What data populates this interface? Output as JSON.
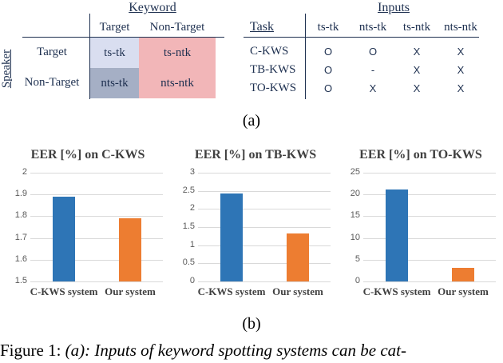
{
  "panel_a": {
    "label": "(a)",
    "keyword_speaker_matrix": {
      "column_group_label": "Keyword",
      "row_group_label": "Speaker",
      "column_headers": [
        "Target",
        "Non-Target"
      ],
      "row_headers": [
        "Target",
        "Non-Target"
      ],
      "cells": [
        [
          "ts-tk",
          "ts-ntk"
        ],
        [
          "nts-tk",
          "nts-ntk"
        ]
      ],
      "cell_colors": [
        [
          "#D9DEF0",
          "#F2B6B8"
        ],
        [
          "#A5AFC5",
          "#F2B6B8"
        ]
      ],
      "text_color": "#1E3050"
    },
    "inputs_table": {
      "group_label": "Inputs",
      "task_header": "Task",
      "column_headers": [
        "ts-tk",
        "nts-tk",
        "ts-ntk",
        "nts-ntk"
      ],
      "rows": [
        {
          "task": "C-KWS",
          "marks": [
            "O",
            "O",
            "X",
            "X"
          ]
        },
        {
          "task": "TB-KWS",
          "marks": [
            "O",
            "-",
            "X",
            "X"
          ]
        },
        {
          "task": "TO-KWS",
          "marks": [
            "O",
            "X",
            "X",
            "X"
          ]
        }
      ]
    }
  },
  "panel_b": {
    "label": "(b)"
  },
  "chart_data": [
    {
      "type": "bar",
      "title": "EER [%] on C-KWS",
      "categories": [
        "C-KWS system",
        "Our system"
      ],
      "values": [
        1.89,
        1.79
      ],
      "ylim": [
        1.5,
        2
      ],
      "yticks": [
        "2",
        "1.9",
        "1.8",
        "1.7",
        "1.6",
        "1.5"
      ],
      "bar_colors": [
        "#2E75B6",
        "#ED7D31"
      ],
      "grid": true,
      "legend": false,
      "xlabel": "",
      "ylabel": ""
    },
    {
      "type": "bar",
      "title": "EER [%] on TB-KWS",
      "categories": [
        "C-KWS system",
        "Our system"
      ],
      "values": [
        2.43,
        1.33
      ],
      "ylim": [
        0,
        3
      ],
      "yticks": [
        "3",
        "2.5",
        "2",
        "1.5",
        "1",
        "0.5",
        "0"
      ],
      "bar_colors": [
        "#2E75B6",
        "#ED7D31"
      ],
      "grid": true,
      "legend": false,
      "xlabel": "",
      "ylabel": ""
    },
    {
      "type": "bar",
      "title": "EER [%] on TO-KWS",
      "categories": [
        "C-KWS system",
        "Our system"
      ],
      "values": [
        21.2,
        3.2
      ],
      "ylim": [
        0,
        25
      ],
      "yticks": [
        "25",
        "20",
        "15",
        "10",
        "5",
        "0"
      ],
      "bar_colors": [
        "#2E75B6",
        "#ED7D31"
      ],
      "grid": true,
      "legend": false,
      "xlabel": "",
      "ylabel": ""
    }
  ],
  "caption": {
    "prefix": "Figure 1:",
    "italic_text": "(a): Inputs of keyword spotting systems can be cat-"
  },
  "colors": {
    "bar_blue": "#2E75B6",
    "bar_orange": "#ED7D31",
    "gridline": "#D9D9D9",
    "tick_text": "#595959",
    "chart_text": "#3F3F3F",
    "table_text": "#1E3050"
  }
}
